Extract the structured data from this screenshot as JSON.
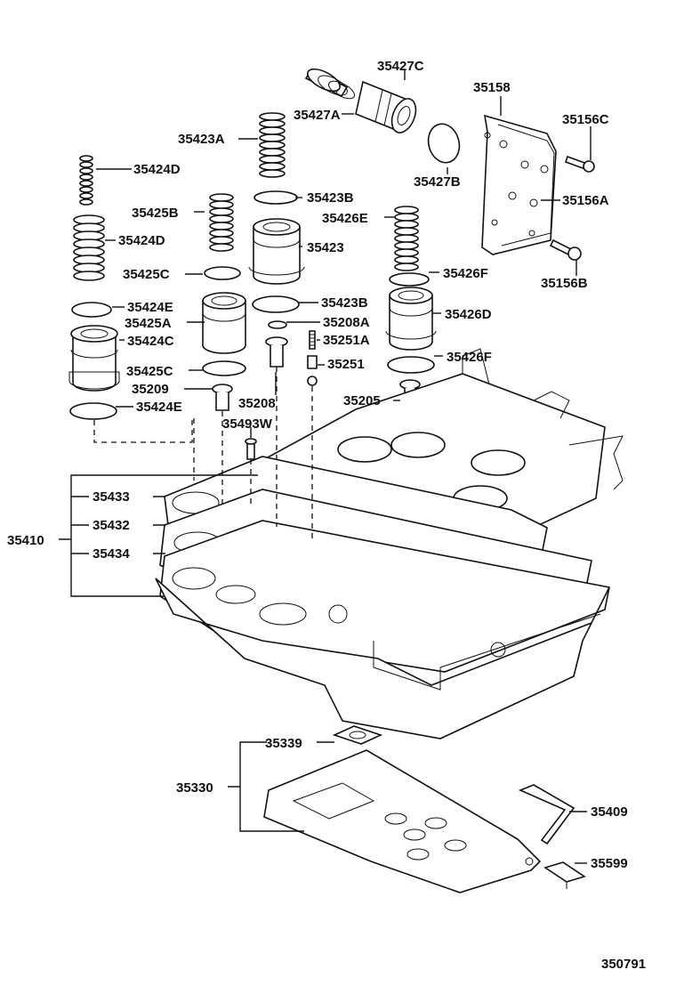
{
  "diagram": {
    "figure_number": "350791",
    "labels": {
      "p35427C": "35427C",
      "p35427A": "35427A",
      "p35427B": "35427B",
      "p35158": "35158",
      "p35156C": "35156C",
      "p35156A": "35156A",
      "p35156B": "35156B",
      "p35423A": "35423A",
      "p35423B_top": "35423B",
      "p35423": "35423",
      "p35423B_bottom": "35423B",
      "p35208A": "35208A",
      "p35251A": "35251A",
      "p35251": "35251",
      "p35208": "35208",
      "p35493W": "35493W",
      "p35424D_top": "35424D",
      "p35424D_bottom": "35424D",
      "p35424E_top": "35424E",
      "p35424C": "35424C",
      "p35424E_bottom": "35424E",
      "p35425B": "35425B",
      "p35425C_top": "35425C",
      "p35425A": "35425A",
      "p35425C_bottom": "35425C",
      "p35209": "35209",
      "p35426E": "35426E",
      "p35426F_top": "35426F",
      "p35426D": "35426D",
      "p35426F_bottom": "35426F",
      "p35205": "35205",
      "p35410": "35410",
      "p35433": "35433",
      "p35432": "35432",
      "p35434": "35434",
      "p35330": "35330",
      "p35339": "35339",
      "p35409": "35409",
      "p35599": "35599"
    }
  }
}
